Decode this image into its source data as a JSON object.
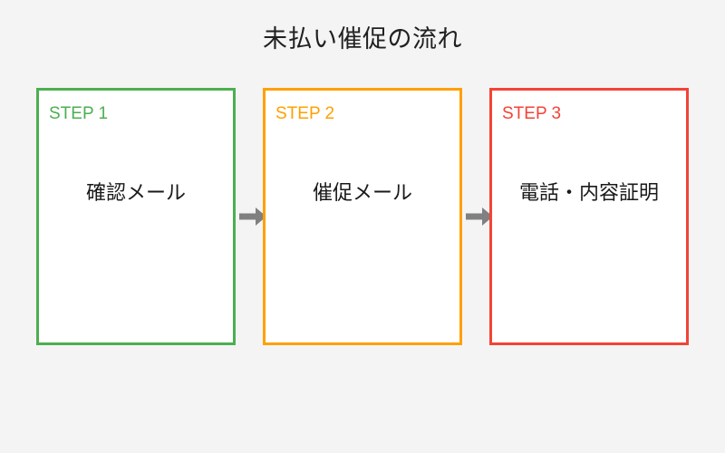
{
  "page": {
    "title": "未払い催促の流れ",
    "background_color": "#f4f4f4",
    "title_color": "#212121"
  },
  "flow": {
    "arrow_icon_name": "arrow-right-icon",
    "arrow_color": "#808080",
    "arrow_count": 2,
    "steps": [
      {
        "label": "STEP 1",
        "body": "確認メール",
        "accent_color": "#4caf50",
        "accent_name": "green"
      },
      {
        "label": "STEP 2",
        "body": "催促メール",
        "accent_color": "#ffa000",
        "accent_name": "orange"
      },
      {
        "label": "STEP 3",
        "body": "電話・内容証明",
        "accent_color": "#f44336",
        "accent_name": "red"
      }
    ]
  }
}
